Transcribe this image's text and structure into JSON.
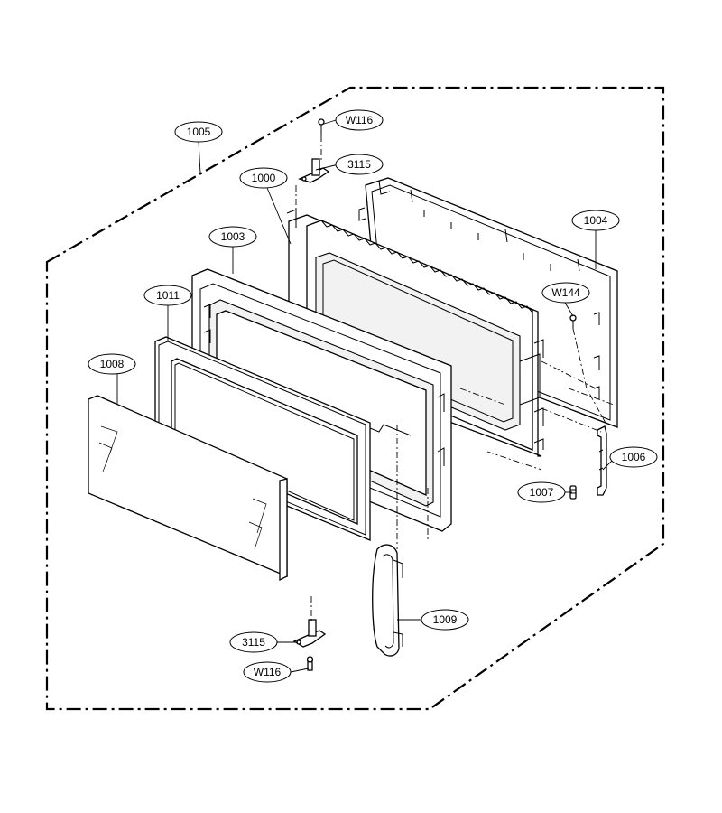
{
  "callouts": [
    {
      "id": "1005",
      "label": "1005"
    },
    {
      "id": "w116-top",
      "label": "W116"
    },
    {
      "id": "3115-top",
      "label": "3115"
    },
    {
      "id": "1000",
      "label": "1000"
    },
    {
      "id": "1003",
      "label": "1003"
    },
    {
      "id": "1004",
      "label": "1004"
    },
    {
      "id": "w144",
      "label": "W144"
    },
    {
      "id": "1011",
      "label": "1011"
    },
    {
      "id": "1008",
      "label": "1008"
    },
    {
      "id": "1006",
      "label": "1006"
    },
    {
      "id": "1007",
      "label": "1007"
    },
    {
      "id": "1009",
      "label": "1009"
    },
    {
      "id": "3115-bottom",
      "label": "3115"
    },
    {
      "id": "w116-bottom",
      "label": "W116"
    }
  ]
}
